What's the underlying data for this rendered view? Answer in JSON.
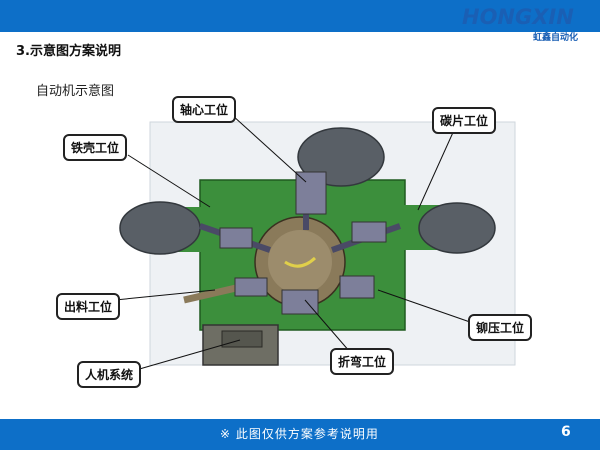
{
  "header": {
    "logo_text": "HONGXIN",
    "logo_subtitle": "虹鑫自动化"
  },
  "section_title": "3.示意图方案说明",
  "diagram_title": "自动机示意图",
  "callouts": {
    "shaft_core": "轴心工位",
    "iron_shell": "铁壳工位",
    "carbon_sheet": "碳片工位",
    "discharge": "出料工位",
    "riveting": "铆压工位",
    "hmi": "人机系统",
    "bending": "折弯工位"
  },
  "footer": {
    "note": "※ 此图仅供方案参考说明用",
    "page_number": "6"
  },
  "colors": {
    "bar_blue": "#0d6fc8",
    "plate_green": "#3c8f3c",
    "bowl_grey": "#595f66"
  }
}
